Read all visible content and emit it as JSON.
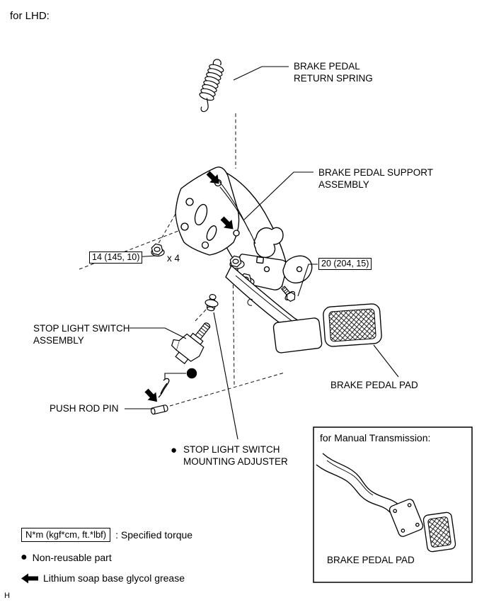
{
  "page": {
    "variant_note": "for LHD:",
    "page_marker": "H"
  },
  "labels": {
    "return_spring_1": "BRAKE PEDAL",
    "return_spring_2": "RETURN SPRING",
    "support_1": "BRAKE PEDAL SUPPORT",
    "support_2": "ASSEMBLY",
    "switch_1": "STOP LIGHT SWITCH",
    "switch_2": "ASSEMBLY",
    "push_rod_pin": "PUSH ROD PIN",
    "adjuster_marker": "●",
    "adjuster_1": "STOP LIGHT SWITCH",
    "adjuster_2": "MOUNTING ADJUSTER",
    "brake_pedal_pad": "BRAKE PEDAL PAD",
    "torque_14": "14 (145, 10)",
    "torque_14_qty": "x 4",
    "torque_20": "20 (204, 15)"
  },
  "inset": {
    "title": "for Manual Transmission:",
    "pad_label": "BRAKE PEDAL PAD"
  },
  "legend": {
    "torque_box": "N*m (kgf*cm, ft.*lbf)",
    "torque_desc": ": Specified torque",
    "non_reusable_glyph": "●",
    "non_reusable": "Non-reusable part",
    "grease": "Lithium soap base glycol grease"
  },
  "colors": {
    "ink": "#000000",
    "paper": "#ffffff"
  }
}
